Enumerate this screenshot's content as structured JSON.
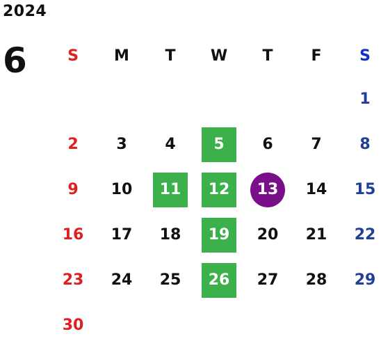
{
  "year": "2024",
  "month": "6",
  "weekdays": [
    "S",
    "M",
    "T",
    "W",
    "T",
    "F",
    "S"
  ],
  "weeks": [
    [
      "",
      "",
      "",
      "",
      "",
      "",
      "1"
    ],
    [
      "2",
      "3",
      "4",
      "5",
      "6",
      "7",
      "8"
    ],
    [
      "9",
      "10",
      "11",
      "12",
      "13",
      "14",
      "15"
    ],
    [
      "16",
      "17",
      "18",
      "19",
      "20",
      "21",
      "22"
    ],
    [
      "23",
      "24",
      "25",
      "26",
      "27",
      "28",
      "29"
    ],
    [
      "30",
      "",
      "",
      "",
      "",
      "",
      ""
    ]
  ],
  "highlighted_days": [
    "5",
    "11",
    "12",
    "19",
    "26"
  ],
  "today": "13",
  "colors": {
    "sunday": "#e02020",
    "saturday": "#1f3f99",
    "highlight": "#3cb04a",
    "today": "#7a0f8a"
  }
}
